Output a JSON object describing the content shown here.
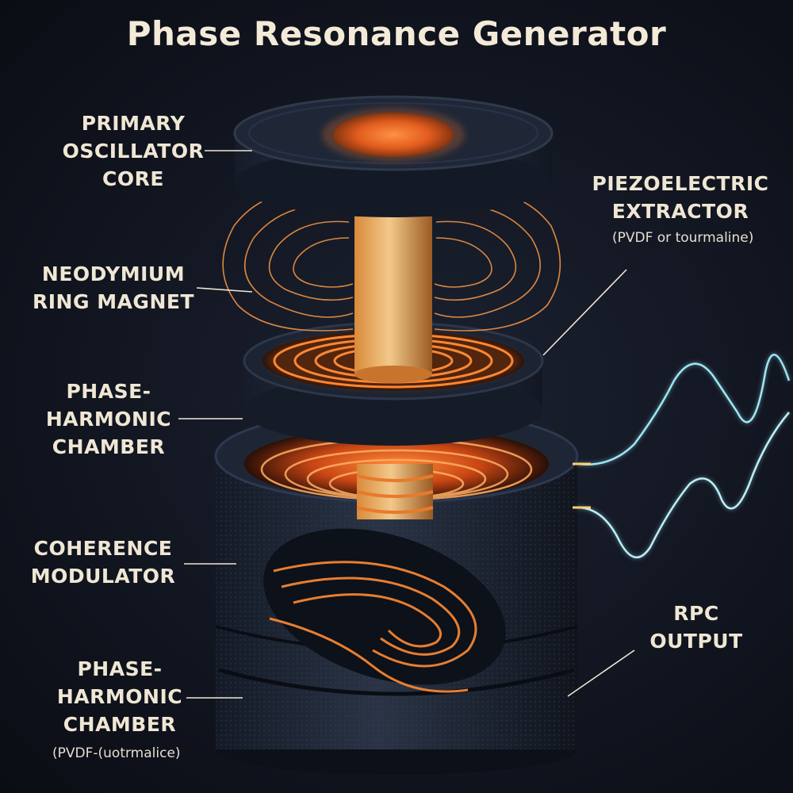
{
  "diagram": {
    "title": "Phase Resonance Generator",
    "labels": {
      "primary_oscillator_core": [
        "PRIMARY",
        "OSCILLATOR",
        "CORE"
      ],
      "neodymium_ring_magnet": [
        "NEODYMIUM",
        "RING MAGNET"
      ],
      "phase_harmonic_chamber_upper": [
        "PHASE-",
        "HARMONIC",
        "CHAMBER"
      ],
      "coherence_modulator": [
        "COHERENCE",
        "MODULATOR"
      ],
      "phase_harmonic_chamber_lower": [
        "PHASE-",
        "HARMONIC",
        "CHAMBER"
      ],
      "phase_harmonic_chamber_lower_note": "(PVDF-(uotrmalice)",
      "piezoelectric_extractor": [
        "PIEZOELECTRIC",
        "EXTRACTOR"
      ],
      "piezoelectric_extractor_note": "(PVDF or tourmaline)",
      "rpc_output": [
        "RPC",
        "OUTPUT"
      ]
    },
    "colors": {
      "background": "#121621",
      "text": "#efe7d4",
      "glow": "#ff7a2a",
      "wave_cyan": "#8fe3f2",
      "wave_amber": "#ffcf73",
      "body": "#1c2433"
    }
  }
}
